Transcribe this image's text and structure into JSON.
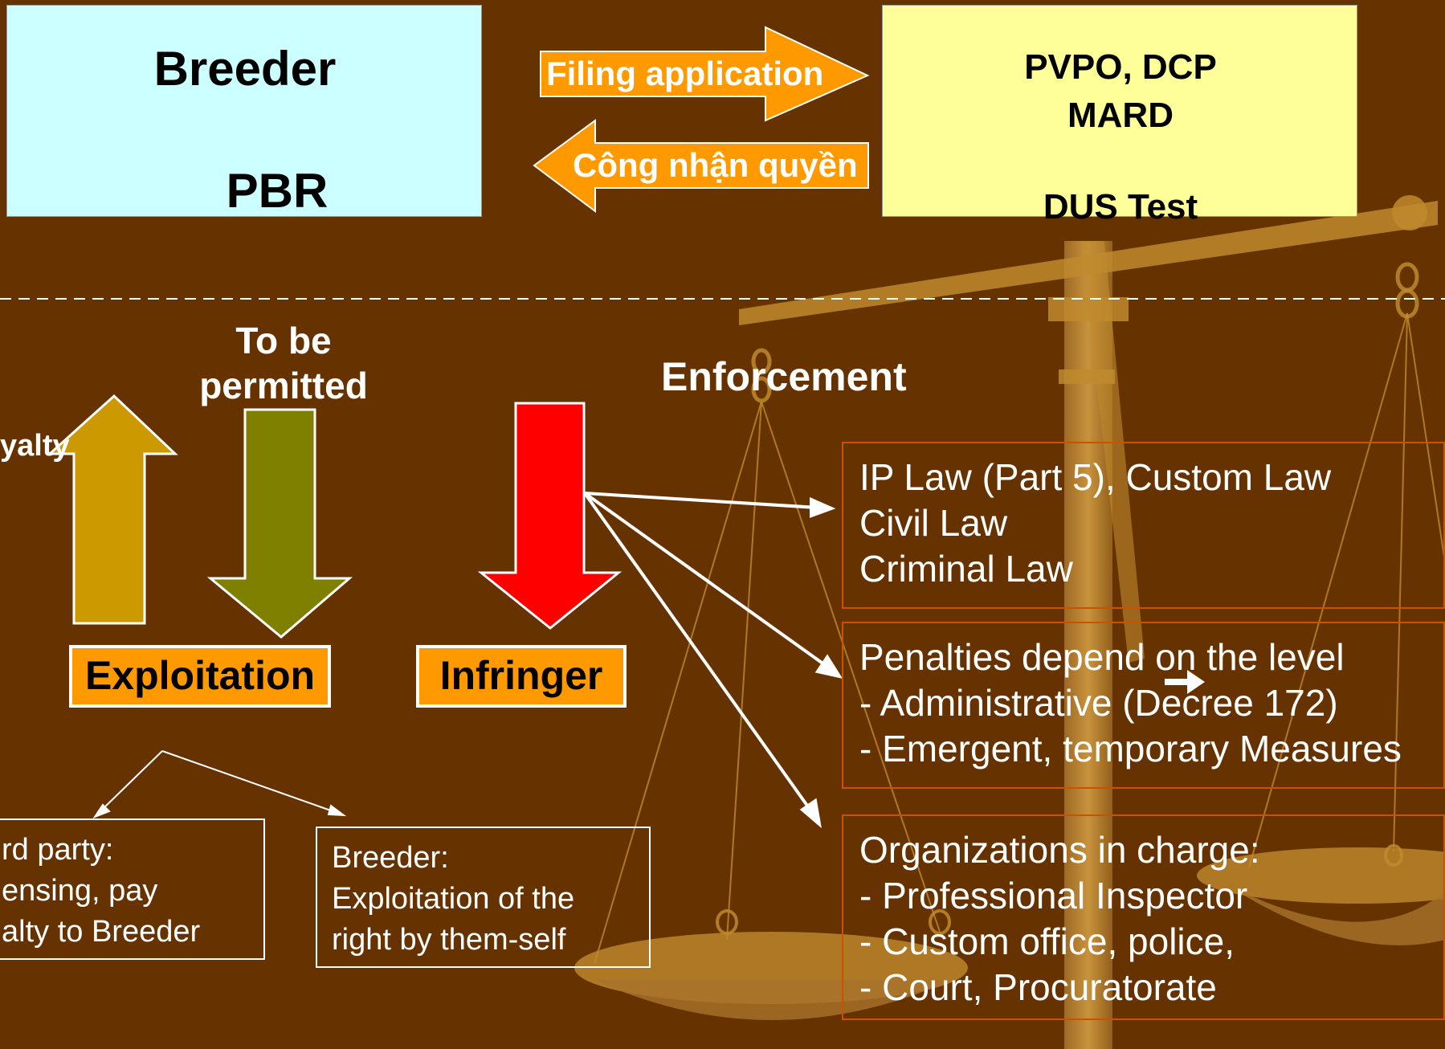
{
  "top": {
    "breeder_box": {
      "title": "Breeder",
      "subtitle": "PBR"
    },
    "authority_box": {
      "line1": "PVPO, DCP",
      "line2": "MARD",
      "line3": "DUS Test"
    },
    "arrow_right_label": "Filing application",
    "arrow_left_label": "Công nhận quyền"
  },
  "middle": {
    "to_be_permitted": [
      "To be",
      "permitted"
    ],
    "royalty_fragment": "yalty",
    "enforcement": "Enforcement",
    "exploitation": "Exploitation",
    "infringer": "Infringer"
  },
  "enforcement_boxes": [
    {
      "lines": [
        "IP Law (Part 5), Custom Law",
        "Civil Law",
        "Criminal Law"
      ]
    },
    {
      "lines": [
        "Penalties depend on the level",
        "- Administrative (Decree 172)",
        "- Emergent, temporary Measures"
      ]
    },
    {
      "lines": [
        "Organizations in charge:",
        "- Professional Inspector",
        "- Custom office, police,",
        "- Court, Procuratorate"
      ]
    }
  ],
  "bottom_boxes": [
    {
      "lines": [
        "rd party:",
        "ensing, pay",
        "alty to Breeder"
      ]
    },
    {
      "lines": [
        "Breeder:",
        "Exploitation of the",
        "right by them-self"
      ]
    }
  ],
  "colors": {
    "background": "#663300",
    "breeder_fill": "#ccffff",
    "authority_fill": "#ffff99",
    "orange": "#ff9900",
    "up_arrow": "#cc9900",
    "down_arrow_green": "#808000",
    "down_arrow_red": "#ff0000",
    "scale": "#c08a2e"
  },
  "icons": [
    "scale-of-justice-icon"
  ]
}
